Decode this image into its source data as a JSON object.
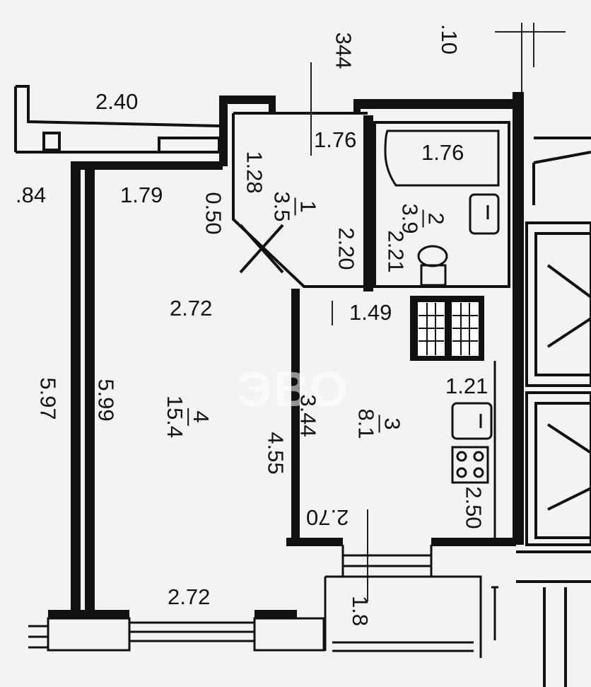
{
  "dimensions": {
    "d_2_40": "2.40",
    "d_344": "344",
    "d_10": ".10",
    "d_1_76_left": "1.76",
    "d_1_76_right": "1.76",
    "d_1_28": "1.28",
    "d_84": ".84",
    "d_1_79": "1.79",
    "d_0_50": "0.50",
    "d_2_20": "2.20",
    "d_2_21": "2.21",
    "d_2_72_top": "2.72",
    "d_1_49": "1.49",
    "d_1_21": "1.21",
    "d_5_97": "5.97",
    "d_5_99": "5.99",
    "d_3_44": "3.44",
    "d_4_55": "4.55",
    "d_2_50": "2.50",
    "d_2_70": "2.70",
    "d_2_72_bottom": "2.72",
    "d_1_8": "1.8"
  },
  "rooms": [
    {
      "number": "1",
      "area": "3.5"
    },
    {
      "number": "2",
      "area": "3.9"
    },
    {
      "number": "4",
      "area": "15.4"
    },
    {
      "number": "3",
      "area": "8.1"
    }
  ],
  "watermark": "ЭВО"
}
